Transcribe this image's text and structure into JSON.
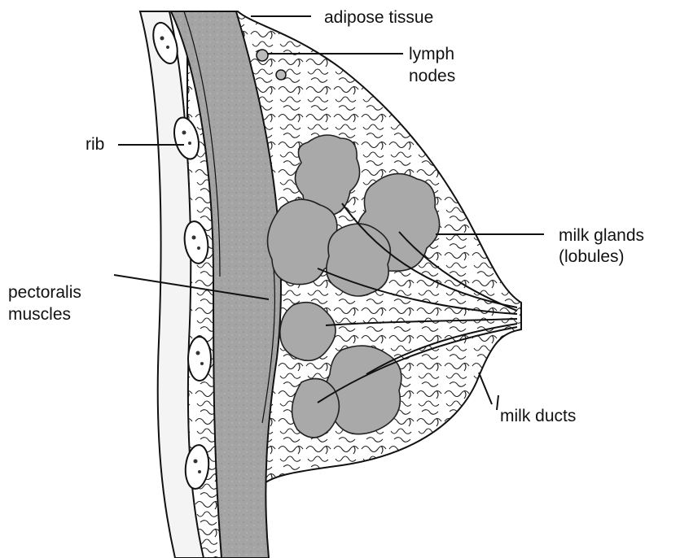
{
  "diagram": {
    "labels": {
      "adipose": "adipose tissue",
      "lymph_line1": "lymph",
      "lymph_line2": "nodes",
      "rib": "rib",
      "glands_line1": "milk glands",
      "glands_line2": "(lobules)",
      "pect_line1": "pectoralis",
      "pect_line2": "muscles",
      "ducts": "milk ducts"
    },
    "colors": {
      "ink": "#111111",
      "muscle": "#9a9a9a",
      "lobule": "#a8a8a8",
      "paper": "#ffffff"
    }
  }
}
